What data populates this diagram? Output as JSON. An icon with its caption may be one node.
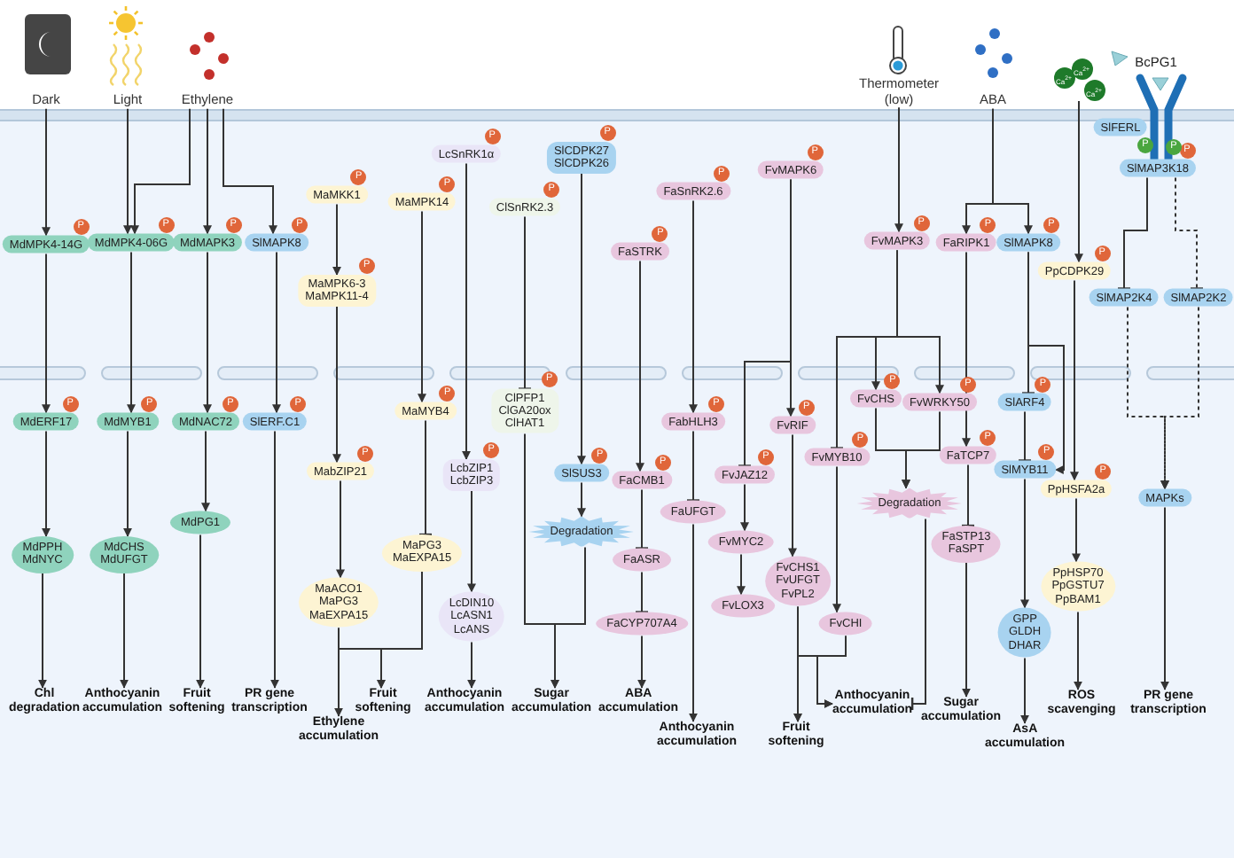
{
  "diagram": {
    "nodes": [
      {
        "text": [
          "Dark"
        ]
      },
      {
        "text": [
          "Light"
        ]
      },
      {
        "text": [
          "Ethylene"
        ]
      },
      {
        "text": [
          "Thermometer (low)"
        ]
      },
      {
        "text": [
          "ABA"
        ]
      },
      {
        "text": [
          "Ca$^{2+}$",
          "Ca$^{2+}$",
          "Ca$^{2+}$"
        ]
      },
      {
        "text": [
          "SlFERL"
        ]
      },
      {
        "text": [
          "SlMAP3K18"
        ],
        "beside": [
          "P"
        ]
      },
      {
        "text": [
          "MdMPK4-14G"
        ],
        "beside": [
          "P"
        ]
      },
      {
        "text": [
          "MdMPK4-06G"
        ],
        "beside": [
          "P"
        ]
      },
      {
        "text": [
          "MdMAPK3"
        ],
        "beside": [
          "P"
        ]
      },
      {
        "text": [
          "SlMAPK8"
        ],
        "beside": [
          "P"
        ]
      },
      {
        "text": [
          "MaMKK1"
        ],
        "beside": [
          "P"
        ]
      },
      {
        "text": [
          "MaMPK6-3 MaMPK11-4"
        ],
        "beside": [
          "P"
        ]
      },
      {
        "text": [
          "MaMPK14"
        ],
        "beside": [
          "P"
        ]
      },
      {
        "text": [
          "LcSnRK1α"
        ],
        "beside": [
          "P"
        ]
      },
      {
        "text": [
          "SlCDPK27 SlCDPK26"
        ],
        "beside": [
          "P"
        ]
      },
      {
        "text": [
          "ClSnRK2.3"
        ],
        "beside": [
          "P"
        ]
      },
      {
        "text": [
          "FaSnRK2.6"
        ],
        "beside": [
          "P"
        ]
      },
      {
        "text": [
          "FaSTRK"
        ],
        "beside": [
          "P"
        ]
      },
      {
        "text": [
          "FvMAPK6"
        ],
        "beside": [
          "P"
        ]
      },
      {
        "text": [
          "FvMAPK3"
        ],
        "beside": [
          "P"
        ]
      },
      {
        "text": [
          "FaRIPK1"
        ],
        "beside": [
          "P"
        ]
      },
      {
        "text": [
          "SlMAPK8"
        ],
        "beside": [
          "P"
        ]
      },
      {
        "text": [
          "PpCDPK29"
        ],
        "beside": [
          "P"
        ]
      },
      {
        "text": [
          "SlMAP2K4"
        ]
      },
      {
        "text": [
          "SlMAP2K2"
        ]
      },
      {
        "text": [
          "MdERF17"
        ],
        "beside": [
          "P"
        ]
      },
      {
        "text": [
          "MdMYB1"
        ],
        "beside": [
          "P"
        ]
      },
      {
        "text": [
          "MdNAC72"
        ],
        "beside": [
          "P"
        ]
      },
      {
        "text": [
          "SlERF.C1"
        ],
        "beside": [
          "P"
        ]
      },
      {
        "text": [
          "MabZIP21"
        ],
        "beside": [
          "P"
        ]
      },
      {
        "text": [
          "MaMYB4"
        ],
        "beside": [
          "P"
        ]
      },
      {
        "text": [
          "LcbZIP1 LcbZIP3"
        ],
        "beside": [
          "P"
        ]
      },
      {
        "text": [
          "ClPFP1 ClGA20ox ClHAT1"
        ],
        "beside": [
          "P"
        ]
      },
      {
        "text": [
          "SlSUS3"
        ],
        "beside": [
          "P"
        ]
      },
      {
        "text": [
          "FaCMB1"
        ],
        "beside": [
          "P"
        ]
      },
      {
        "text": [
          "FabHLH3"
        ],
        "beside": [
          "P"
        ]
      },
      {
        "text": [
          "FvJAZ12"
        ],
        "beside": [
          "P"
        ]
      },
      {
        "text": [
          "FvRIF"
        ],
        "beside": [
          "P"
        ]
      },
      {
        "text": [
          "FvMYB10"
        ],
        "beside": [
          "P"
        ]
      },
      {
        "text": [
          "FvCHS"
        ],
        "beside": [
          "P"
        ]
      },
      {
        "text": [
          "FvWRKY50"
        ],
        "beside": [
          "P"
        ]
      },
      {
        "text": [
          "FaTCP7"
        ],
        "beside": [
          "P"
        ]
      },
      {
        "text": [
          "SlARF4"
        ],
        "beside": [
          "P"
        ]
      },
      {
        "text": [
          "SlMYB11"
        ],
        "beside": [
          "P"
        ]
      },
      {
        "text": [
          "PpHSFA2a"
        ],
        "beside": [
          "P"
        ]
      },
      {
        "text": [
          "MAPKs"
        ]
      },
      {
        "text": [
          "MdPPH MdNYC"
        ]
      },
      {
        "text": [
          "MdCHS MdUFGT"
        ]
      },
      {
        "text": [
          "MdPG1"
        ]
      },
      {
        "text": [
          "MaACO1 MaPG3 MaEXPA15"
        ]
      },
      {
        "text": [
          "MaPG3 MaEXPA15"
        ]
      },
      {
        "text": [
          "LcDIN10 LcASN1 LcANS"
        ]
      },
      {
        "text": [
          "Degradation"
        ]
      },
      {
        "text": [
          "FaASR"
        ]
      },
      {
        "text": [
          "FaCYP707A4"
        ]
      },
      {
        "text": [
          "FaUFGT"
        ]
      },
      {
        "text": [
          "FvMYC2"
        ]
      },
      {
        "text": [
          "FvLOX3"
        ]
      },
      {
        "text": [
          "FvCHS1 FvUFGT FvPL2"
        ]
      },
      {
        "text": [
          "Degradation"
        ]
      },
      {
        "text": [
          "FaSTP13 FaSPT"
        ]
      },
      {
        "text": [
          "FvCHI"
        ]
      },
      {
        "text": [
          "GPP GLDH DHAR"
        ]
      },
      {
        "text": [
          "PpHSP70 PpGSTU7 PpBAM1"
        ]
      },
      {
        "text": [
          "Chl degradation"
        ]
      },
      {
        "text": [
          "Anthocyanin accumulation"
        ]
      },
      {
        "text": [
          "Fruit softening"
        ]
      },
      {
        "text": [
          "PR gene transcription"
        ]
      },
      {
        "text": [
          "Ethylene accumulation"
        ]
      },
      {
        "text": [
          "Fruit softening"
        ]
      },
      {
        "text": [
          "Anthocyanin accumulation"
        ]
      },
      {
        "text": [
          "Sugar accumulation"
        ]
      },
      {
        "text": [
          "ABA accumulation"
        ]
      },
      {
        "text": [
          "Anthocyanin accumulation"
        ]
      },
      {
        "text": [
          "Fruit softening"
        ]
      },
      {
        "text": [
          "Anthocyanin accumulation"
        ]
      },
      {
        "text": [
          "Sugar accumulation"
        ]
      },
      {
        "text": [
          "AsA accumulation"
        ]
      },
      {
        "text": [
          "ROS scavenging"
        ]
      },
      {
        "text": [
          "PR gene transcription"
        ]
      }
    ],
    "edges": [
      {
        "from": 0,
        "to": 8,
        "arrow": "to"
      },
      {
        "from": 1,
        "to": 9,
        "arrow": "to"
      },
      {
        "from": 2,
        "to": 9,
        "arrow": "to"
      },
      {
        "from": 2,
        "to": 10,
        "arrow": "to"
      },
      {
        "from": 2,
        "to": 11,
        "arrow": "to"
      },
      {
        "from": 12,
        "to": 13,
        "arrow": "to"
      },
      {
        "from": 13,
        "to": 31,
        "arrow": "to"
      },
      {
        "from": 14,
        "to": 32,
        "arrow": "to"
      },
      {
        "from": 15,
        "to": 33,
        "arrow": "to"
      },
      {
        "from": 16,
        "to": 35,
        "arrow": "to"
      },
      {
        "from": 17,
        "to": 34,
        "arrow": "other"
      },
      {
        "from": 18,
        "to": 37,
        "arrow": "to"
      },
      {
        "from": 19,
        "to": 36,
        "arrow": "to"
      },
      {
        "from": 20,
        "to": 39,
        "arrow": "to"
      },
      {
        "from": 20,
        "to": 38,
        "arrow": "other"
      },
      {
        "from": 3,
        "to": 21,
        "arrow": "to"
      },
      {
        "from": 4,
        "to": 22,
        "arrow": "to"
      },
      {
        "from": 4,
        "to": 23,
        "arrow": "to"
      },
      {
        "from": 5,
        "to": 24,
        "arrow": "to"
      },
      {
        "from": 7,
        "to": 25,
        "arrow": "other"
      },
      {
        "from": 7,
        "to": 26,
        "arrow": "other",
        "style": "dashed"
      },
      {
        "from": 8,
        "to": 27,
        "arrow": "to"
      },
      {
        "from": 9,
        "to": 28,
        "arrow": "to"
      },
      {
        "from": 10,
        "to": 29,
        "arrow": "to"
      },
      {
        "from": 11,
        "to": 30,
        "arrow": "to"
      },
      {
        "from": 21,
        "to": 40,
        "arrow": "other"
      },
      {
        "from": 21,
        "to": 41,
        "arrow": "to"
      },
      {
        "from": 21,
        "to": 42,
        "arrow": "to"
      },
      {
        "from": 22,
        "to": 43,
        "arrow": "to"
      },
      {
        "from": 23,
        "to": 44,
        "arrow": "other"
      },
      {
        "from": 23,
        "to": 45,
        "arrow": "to"
      },
      {
        "from": 24,
        "to": 46,
        "arrow": "to"
      },
      {
        "from": 25,
        "to": 47,
        "arrow": "to",
        "style": "dashed"
      },
      {
        "from": 26,
        "to": 47,
        "arrow": "to",
        "style": "dashed"
      },
      {
        "from": 27,
        "to": 48,
        "arrow": "to"
      },
      {
        "from": 28,
        "to": 49,
        "arrow": "to"
      },
      {
        "from": 29,
        "to": 50,
        "arrow": "to"
      },
      {
        "from": 30,
        "to": 69,
        "arrow": "to"
      },
      {
        "from": 31,
        "to": 51,
        "arrow": "to"
      },
      {
        "from": 32,
        "to": 52,
        "arrow": "other"
      },
      {
        "from": 33,
        "to": 53,
        "arrow": "to"
      },
      {
        "from": 34,
        "to": 73,
        "arrow": "to"
      },
      {
        "from": 35,
        "to": 54,
        "arrow": "to"
      },
      {
        "from": 54,
        "to": 73,
        "arrow": "to"
      },
      {
        "from": 36,
        "to": 55,
        "arrow": "other"
      },
      {
        "from": 55,
        "to": 56,
        "arrow": "other"
      },
      {
        "from": 56,
        "to": 74,
        "arrow": "to"
      },
      {
        "from": 37,
        "to": 57,
        "arrow": "other"
      },
      {
        "from": 57,
        "to": 75,
        "arrow": "to"
      },
      {
        "from": 38,
        "to": 58,
        "arrow": "to"
      },
      {
        "from": 58,
        "to": 59,
        "arrow": "to"
      },
      {
        "from": 39,
        "to": 60,
        "arrow": "to"
      },
      {
        "from": 40,
        "to": 63,
        "arrow": "to"
      },
      {
        "from": 41,
        "to": 61,
        "arrow": "to"
      },
      {
        "from": 42,
        "to": 61,
        "arrow": "to"
      },
      {
        "from": 61,
        "to": 77,
        "arrow": "other"
      },
      {
        "from": 60,
        "to": 76,
        "arrow": "to"
      },
      {
        "from": 63,
        "to": 76,
        "arrow": "to"
      },
      {
        "from": 60,
        "to": 77,
        "arrow": "to"
      },
      {
        "from": 63,
        "to": 77,
        "arrow": "to"
      },
      {
        "from": 43,
        "to": 62,
        "arrow": "other"
      },
      {
        "from": 62,
        "to": 78,
        "arrow": "to"
      },
      {
        "from": 44,
        "to": 45,
        "arrow": "other"
      },
      {
        "from": 45,
        "to": 64,
        "arrow": "to"
      },
      {
        "from": 64,
        "to": 79,
        "arrow": "to"
      },
      {
        "from": 46,
        "to": 65,
        "arrow": "to"
      },
      {
        "from": 65,
        "to": 80,
        "arrow": "to"
      },
      {
        "from": 47,
        "to": 81,
        "arrow": "to"
      },
      {
        "from": 48,
        "to": 66,
        "arrow": "to"
      },
      {
        "from": 49,
        "to": 67,
        "arrow": "to"
      },
      {
        "from": 50,
        "to": 68,
        "arrow": "to"
      },
      {
        "from": 51,
        "to": 70,
        "arrow": "to"
      },
      {
        "from": 51,
        "to": 71,
        "arrow": "to"
      },
      {
        "from": 52,
        "to": 71,
        "arrow": "to"
      },
      {
        "from": 53,
        "to": 72,
        "arrow": "to"
      }
    ],
    "labels": [
      "BcPG1",
      "P",
      "P"
    ]
  }
}
